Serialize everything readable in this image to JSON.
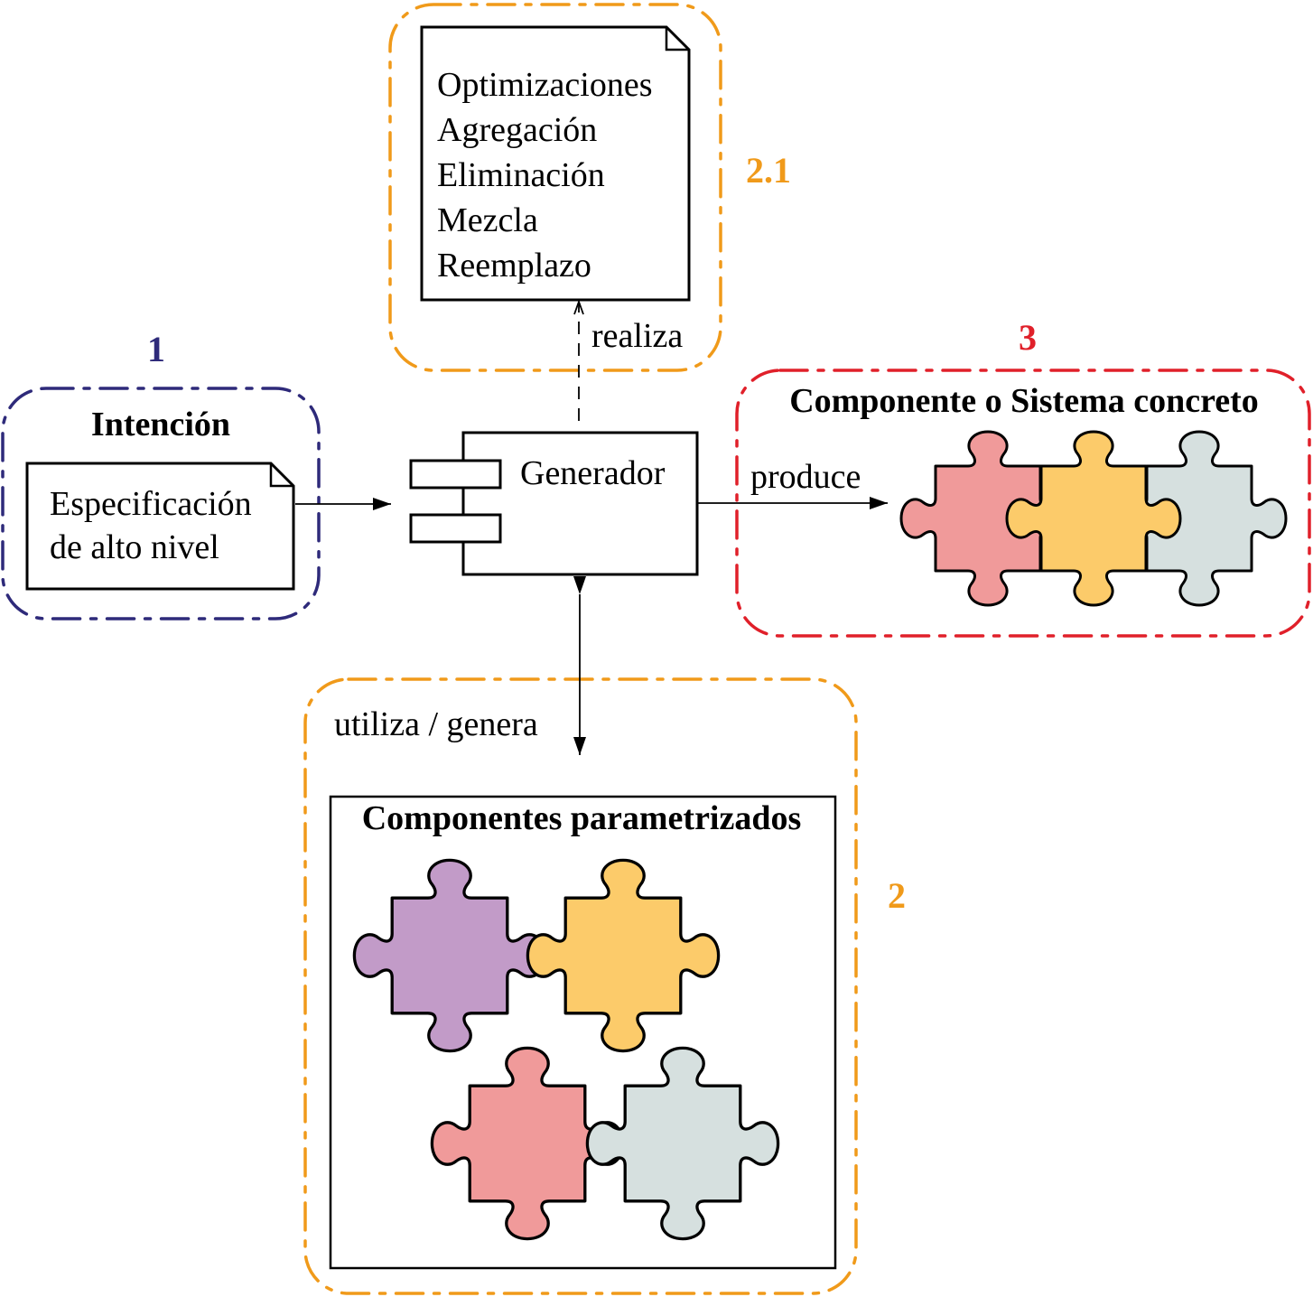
{
  "colors": {
    "intention_group": "#2e2a7a",
    "optimizations_group": "#f09a1a",
    "components_group": "#f09a1a",
    "system_group": "#e0202a",
    "piece_purple": "#c29bc8",
    "piece_yellow": "#fccb6a",
    "piece_red": "#f09a9a",
    "piece_gray": "#d6e0df"
  },
  "groups": {
    "intention": {
      "number": "1",
      "title": "Intención",
      "doc_lines": [
        "Especificación",
        "de alto nivel"
      ]
    },
    "optimizations": {
      "number": "2.1",
      "doc_lines": [
        "Optimizaciones",
        "Agregación",
        "Eliminación",
        "Mezcla",
        "Reemplazo"
      ]
    },
    "system": {
      "number": "3",
      "title": "Componente o Sistema concreto"
    },
    "components": {
      "number": "2",
      "title": "Componentes parametrizados"
    }
  },
  "generator": {
    "label": "Generador"
  },
  "relations": {
    "realiza": "realiza",
    "produce": "produce",
    "uses": "utiliza / genera"
  },
  "icons": [
    "puzzle-piece-icon",
    "component-icon",
    "document-icon"
  ]
}
